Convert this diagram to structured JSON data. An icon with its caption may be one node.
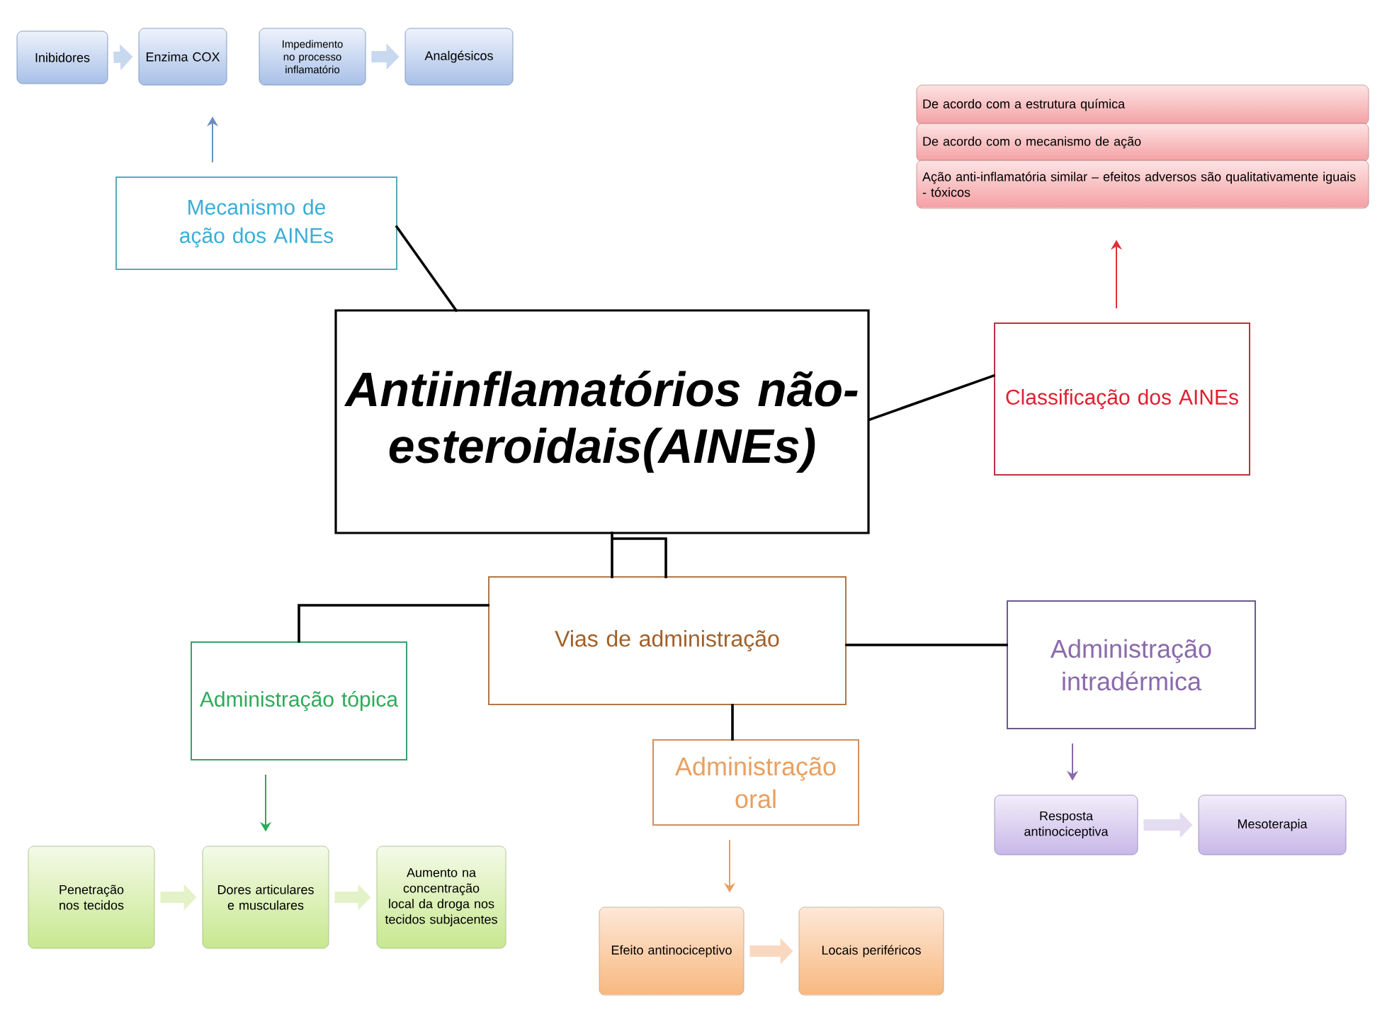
{
  "diagram": {
    "nodes": [
      {
        "text": [
          "Antiinflamatórios não-esteroidais(AINEs)"
        ]
      },
      {
        "text": [
          "Mecanismo de ação dos AINEs"
        ]
      },
      {
        "text": [
          "Inibidores"
        ]
      },
      {
        "text": [
          "Enzima COX"
        ]
      },
      {
        "text": [
          "Impedimento no processo inflamatório"
        ]
      },
      {
        "text": [
          "Analgésicos"
        ]
      },
      {
        "text": [
          "Classificação dos AINEs"
        ]
      },
      {
        "text": [
          "De acordo com a estrutura química"
        ]
      },
      {
        "text": [
          "De acordo com o mecanismo de ação"
        ]
      },
      {
        "text": [
          "Ação anti-inflamatória similar – efeitos adversos são qualitativamente iguais - tóxicos"
        ]
      },
      {
        "text": [
          "Vias de administração"
        ]
      },
      {
        "text": [
          "Administração tópica"
        ]
      },
      {
        "text": [
          "Penetração nos tecidos"
        ]
      },
      {
        "text": [
          "Dores articulares e musculares"
        ]
      },
      {
        "text": [
          "Aumento na concentração local da droga nos tecidos subjacentes"
        ]
      },
      {
        "text": [
          "Administração oral"
        ]
      },
      {
        "text": [
          "Efeito antinociceptivo"
        ]
      },
      {
        "text": [
          "Locais periféricos"
        ]
      },
      {
        "text": [
          "Administração intradérmica"
        ]
      },
      {
        "text": [
          "Resposta antinociceptiva"
        ]
      },
      {
        "text": [
          "Mesoterapia"
        ]
      }
    ],
    "edges": [
      {
        "from": 0,
        "to": 1,
        "arrow": "none"
      },
      {
        "from": 1,
        "to": 3,
        "arrow": "to",
        "color": "#6a8fc0"
      },
      {
        "from": 2,
        "to": 3,
        "arrow": "to",
        "style": "thick",
        "color": "#c8d8ee"
      },
      {
        "from": 4,
        "to": 5,
        "arrow": "to",
        "style": "thick",
        "color": "#c8d8ee"
      },
      {
        "from": 0,
        "to": 6,
        "arrow": "none"
      },
      {
        "from": 6,
        "to": 9,
        "arrow": "to",
        "color": "#e0303a"
      },
      {
        "from": 0,
        "to": 10,
        "arrow": "none"
      },
      {
        "from": 10,
        "to": 11,
        "arrow": "none"
      },
      {
        "from": 10,
        "to": 15,
        "arrow": "none"
      },
      {
        "from": 10,
        "to": 18,
        "arrow": "none"
      },
      {
        "from": 11,
        "to": 13,
        "arrow": "to",
        "color": "#2eaa5a"
      },
      {
        "from": 12,
        "to": 13,
        "arrow": "to",
        "style": "thick",
        "color": "#e4f2c8"
      },
      {
        "from": 13,
        "to": 14,
        "arrow": "to",
        "style": "thick",
        "color": "#e4f2c8"
      },
      {
        "from": 15,
        "to": 16,
        "arrow": "to",
        "color": "#e8a060"
      },
      {
        "from": 16,
        "to": 17,
        "arrow": "to",
        "style": "thick",
        "color": "#fad8c0"
      },
      {
        "from": 18,
        "to": 19,
        "arrow": "to",
        "color": "#8a6aaa"
      },
      {
        "from": 19,
        "to": 20,
        "arrow": "to",
        "style": "thick",
        "color": "#e4dcf0"
      }
    ]
  }
}
